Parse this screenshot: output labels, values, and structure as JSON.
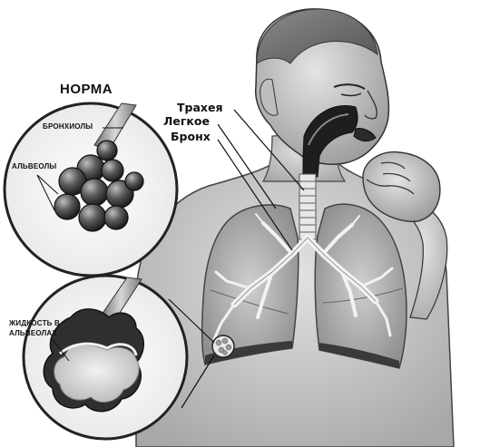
{
  "diagram": {
    "inset_normal": {
      "title": "НОРМА",
      "label_bronchioles": "БРОНХИОЛЫ",
      "label_alveoli": "АЛЬВЕОЛЫ"
    },
    "inset_fluid": {
      "label_line1": "ЖИДКОСТЬ В",
      "label_line2": "АЛЬВЕОЛАХ"
    },
    "body_labels": {
      "trachea": "Трахея",
      "lung": "Легкое",
      "bronchus": "Бронх"
    },
    "colors": {
      "ink": "#111111",
      "skin": "#c9c9c9",
      "lung_tissue": "#a9a9a9",
      "alveoli_dark": "#3a3a3a",
      "fluid": "#d8d8d8"
    }
  }
}
